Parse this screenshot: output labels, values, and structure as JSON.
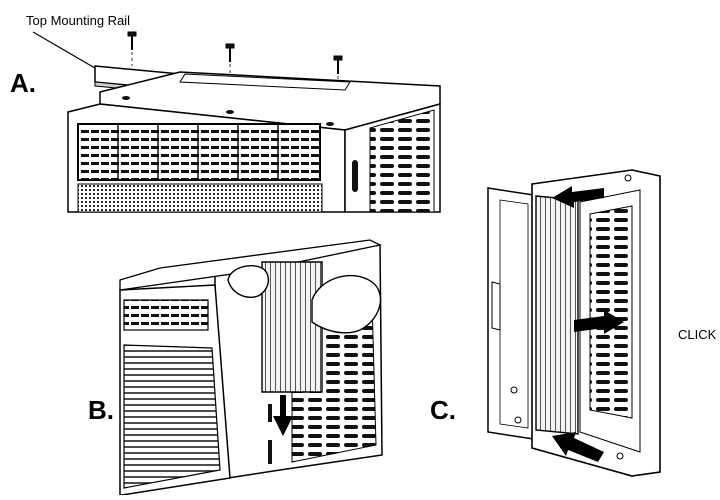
{
  "callout": {
    "top_rail": "Top Mounting Rail"
  },
  "steps": {
    "a": "A.",
    "b": "B.",
    "c": "C."
  },
  "callout_click": "CLICK",
  "colors": {
    "ink": "#000000",
    "paper": "#ffffff",
    "shade": "#d9d9d9",
    "dark": "#1a1a1a"
  },
  "icons": [
    "screw-icon",
    "arrow-icon"
  ]
}
